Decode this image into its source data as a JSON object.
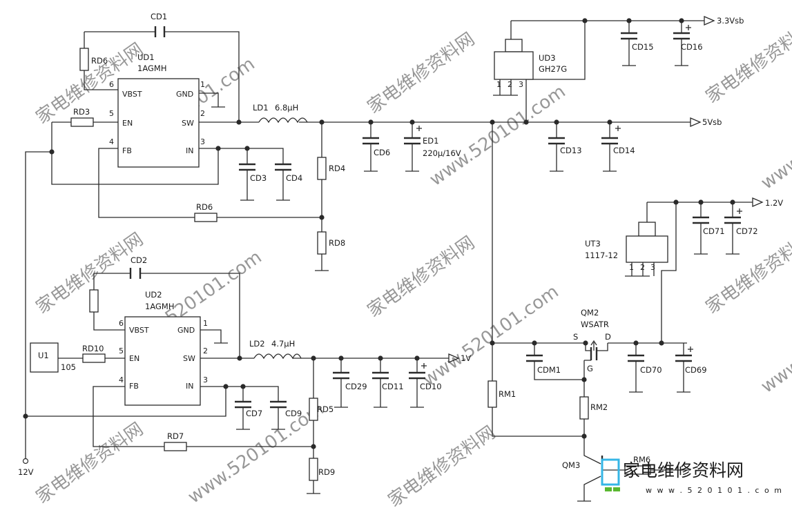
{
  "ics": {
    "ud1": {
      "ref": "UD1",
      "part": "1AGMH",
      "pins": {
        "vbst": "VBST",
        "gnd": "GND",
        "en": "EN",
        "sw": "SW",
        "fb": "FB",
        "in": "IN",
        "n1": "1",
        "n2": "2",
        "n3": "3",
        "n4": "4",
        "n5": "5",
        "n6": "6"
      }
    },
    "ud2": {
      "ref": "UD2",
      "part": "1AGMH",
      "pins": {
        "vbst": "VBST",
        "gnd": "GND",
        "en": "EN",
        "sw": "SW",
        "fb": "FB",
        "in": "IN",
        "n1": "1",
        "n2": "2",
        "n3": "3",
        "n4": "4",
        "n5": "5",
        "n6": "6"
      }
    },
    "ud3": {
      "ref": "UD3",
      "part": "GH27G",
      "pins": [
        "1",
        "2",
        "3"
      ]
    },
    "ut3": {
      "ref": "UT3",
      "part": "1117-12",
      "pins": [
        "1",
        "2",
        "3"
      ]
    },
    "u1": {
      "ref": "U1",
      "part": "105"
    }
  },
  "inductors": {
    "ld1": "LD1",
    "ld1_val": "6.8μH",
    "ld2": "LD2",
    "ld2_val": "4.7μH"
  },
  "capacitors": {
    "cd1": "CD1",
    "cd2": "CD2",
    "cd3": "CD3",
    "cd4": "CD4",
    "cd6": "CD6",
    "ed1": "ED1",
    "ed1_val": "220μ/16V",
    "cd13": "CD13",
    "cd14": "CD14",
    "cd15": "CD15",
    "cd16": "CD16",
    "cd7": "CD7",
    "cd9": "CD9",
    "cd29": "CD29",
    "cd11": "CD11",
    "cd10": "CD10",
    "cd70": "CD70",
    "cd69": "CD69",
    "cd71": "CD71",
    "cd72": "CD72",
    "cdm1": "CDM1"
  },
  "resistors": {
    "rd6a": "RD6",
    "rd6b": "RD6",
    "rd3": "RD3",
    "rd4": "RD4",
    "rd8": "RD8",
    "rd10": "RD10",
    "rd5": "RD5",
    "rd7": "RD7",
    "rd9": "RD9",
    "rm1": "RM1",
    "rm2": "RM2",
    "rm6": "RM6"
  },
  "transistors": {
    "qm2": "QM2",
    "qm2_part": "WSATR",
    "qm2_s": "S",
    "qm2_d": "D",
    "qm2_g": "G",
    "qm3": "QM3"
  },
  "rails": {
    "v33": "3.3Vsb",
    "v5": "5Vsb",
    "v1": "1V",
    "v12out": "1.2V",
    "v12in": "12V"
  },
  "watermark": {
    "site": "www.520101.com",
    "cn": "家电维修资料网",
    "logo": "家电维修资料网",
    "logo_url": "w w w . 5 2 0 1 0 1 . c o m"
  },
  "colors": {
    "line": "#2a2a2a",
    "logo": "#35b6e6",
    "watermark": "#c8c8c8"
  }
}
